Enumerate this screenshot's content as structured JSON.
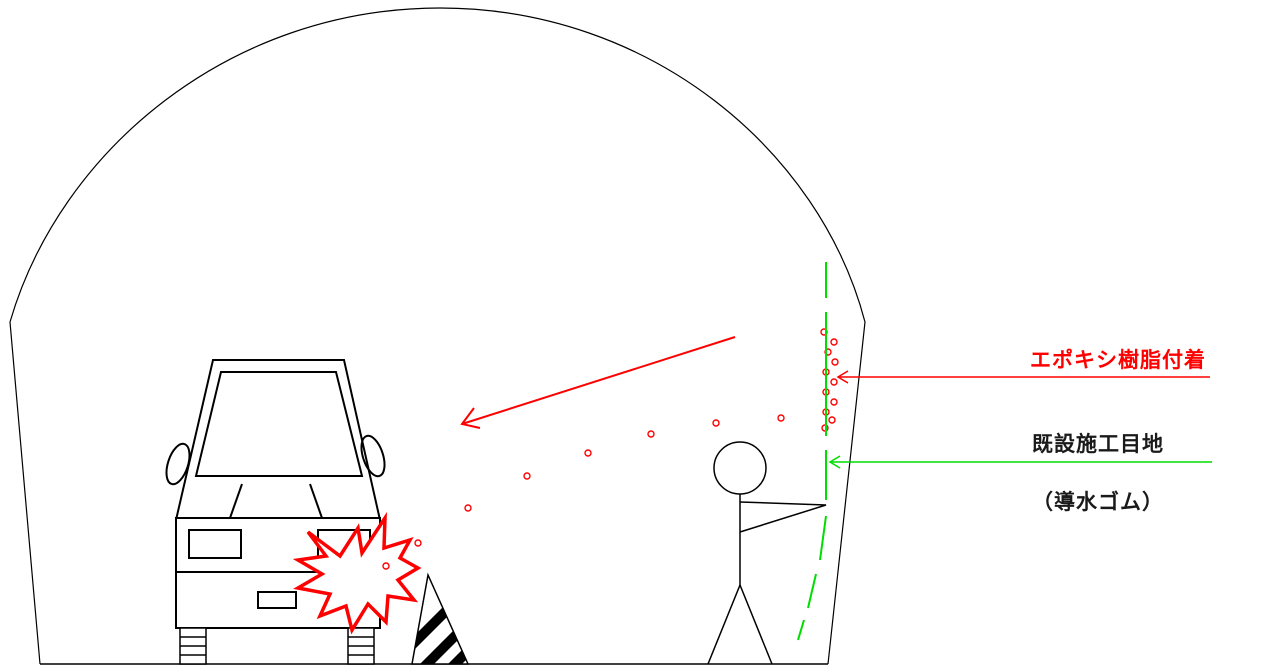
{
  "labels": {
    "epoxy": "エポキシ樹脂付着",
    "joint": "既設施工目地",
    "rubber": "（導水ゴム）"
  },
  "colors": {
    "epoxy": "#ff0000",
    "joint_line": "#00dd00",
    "outline": "#000000"
  }
}
